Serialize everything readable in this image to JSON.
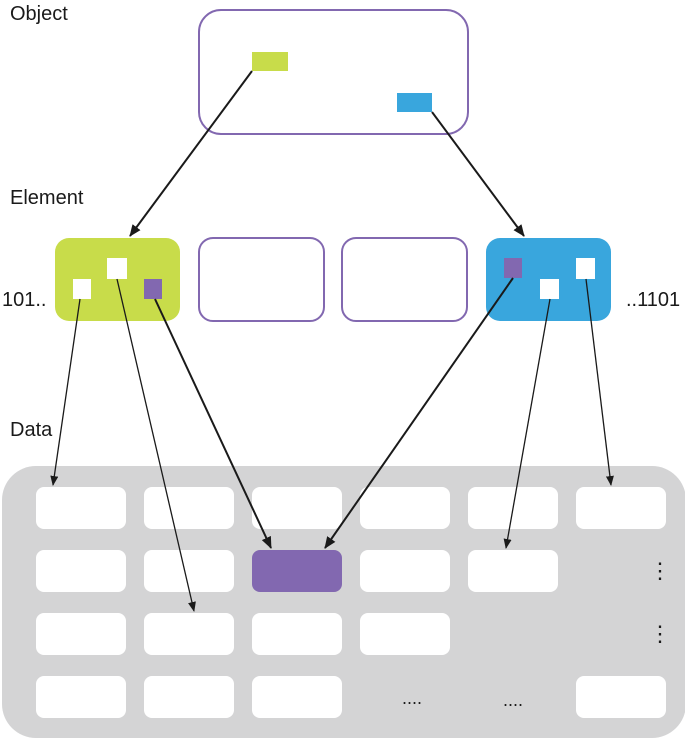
{
  "labels": {
    "object": "Object",
    "element": "Element",
    "data": "Data",
    "left_bits": "101..",
    "right_bits": "..1101"
  },
  "ellipsis": {
    "horizontal": "....",
    "vertical": "⋮"
  },
  "colors": {
    "green": "#c8dc4a",
    "blue": "#39a6dd",
    "purple": "#8268b0",
    "outline": "#8268b0",
    "grid_bg": "#d4d4d5",
    "cell": "#ffffff",
    "arrow": "#1a1a1a"
  }
}
